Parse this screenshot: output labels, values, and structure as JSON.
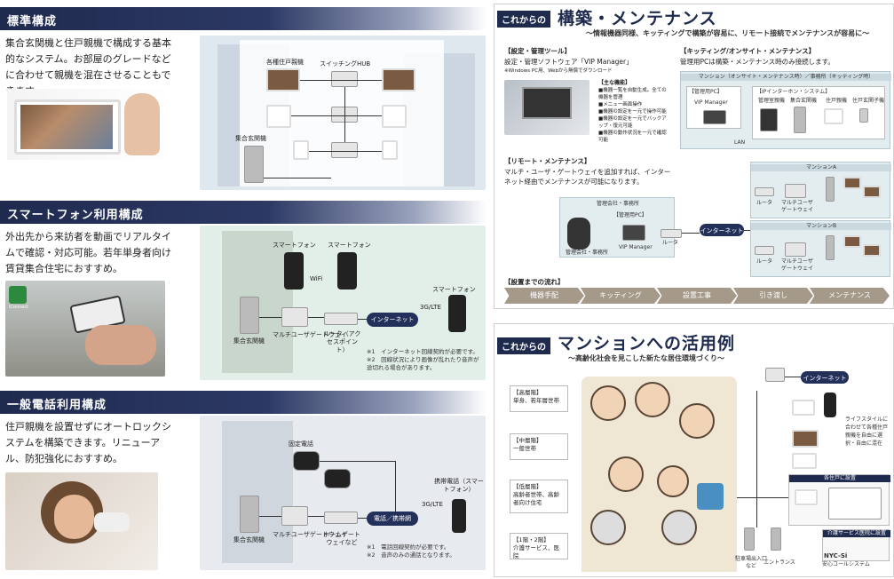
{
  "left": {
    "sections": [
      {
        "title": "標準構成",
        "desc": "集合玄関機と住戸親機で構成する基本的なシステム。お部屋のグレードなどに合わせて親機を混在させることもできます。",
        "labels": {
          "units": "各種住戸親機",
          "hub": "スイッチングHUB",
          "entrance": "集合玄関機"
        }
      },
      {
        "title": "スマートフォン利用構成",
        "desc": "外出先から来訪者を動画でリアルタイムで確認・対応可能。若年単身者向け賃貸集合住宅におすすめ。",
        "labels": {
          "phone1": "スマートフォン",
          "phone2": "スマートフォン",
          "wifi": "WiFi",
          "internet": "インターネット",
          "lte": "3G/LTE",
          "phone3": "スマートフォン",
          "entrance": "集合玄関機",
          "gateway": "マルチユーザゲートウェイ",
          "router": "ルータ（アクセスポイント）",
          "badge": "iConnect"
        },
        "notes": [
          "※1　インターネット回線契約が必要です。",
          "※2　回線状況により画像が乱れたり音声が途切れる場合があります。"
        ]
      },
      {
        "title": "一般電話利用構成",
        "desc": "住戸親機を設置せずにオートロックシステムを構築できます。リニューアル、防犯強化におすすめ。",
        "labels": {
          "fixed": "固定電話",
          "mobile": "携帯電話（スマートフォン）",
          "network": "電話／携帯網",
          "lte": "3G/LTE",
          "entrance": "集合玄関機",
          "gateway": "マルチユーザゲートウェイ",
          "home": "ホームゲートウェイなど"
        },
        "notes": [
          "※1　電話回線契約が必要です。",
          "※2　音声のみの通話となります。"
        ]
      }
    ]
  },
  "right_top": {
    "tag": "これからの",
    "title": "構築・メンテナンス",
    "subtitle": "〜情報機器同様、キッティングで構築が容易に、リモート接続でメンテナンスが容易に〜",
    "settings_head": "【設定・管理ツール】",
    "settings_text": "設定・管理ソフトウェア「VIP Manager」",
    "settings_small": "※Windows PC用、Webから無償でダウンロード",
    "features_head": "【主な機能】",
    "features": [
      "■機器一覧を自動生成。全ての機器を管理",
      "■メニュー画面操作",
      "■機器の設定を一元で操作可能",
      "■機器の設定を一元でバックアップ・復元可能",
      "■機器の動作状況を一元で確認可能"
    ],
    "kitting_head": "【キッティング/オンサイト・メンテナンス】",
    "kitting_text": "管理用PCは構築・メンテナンス時のみ接続します。",
    "mansion_bar": "マンション（オンサイト・メンテナンス時）／事務所（キッティング時）",
    "pc_label": "【管理用PC】",
    "vip": "VIP Manager",
    "ip_system": "【IPインターホン・システム】",
    "ip_items": [
      "管理室親機",
      "集合玄関機",
      "住戸親機",
      "住戸玄関子機"
    ],
    "lan": "LAN",
    "remote_head": "【リモート・メンテナンス】",
    "remote_text": "マルチ・ユーザ・ゲートウェイを追加すれば、インターネット経由でメンテナンスが可能になります。",
    "office": "管理会社・事務所",
    "pc2": "【管理用PC】",
    "vip2": "VIP Manager",
    "office_small": "管理会社・事務所",
    "router": "ルータ",
    "internet": "インターネット",
    "mansionA": "マンションA",
    "mansionB": "マンションB",
    "router_a": "ルータ",
    "gw_a": "マルチユーザゲートウェイ",
    "router_b": "ルータ",
    "gw_b": "マルチユーザゲートウェイ",
    "flow_head": "【設置までの流れ】",
    "flow": [
      "機器手配",
      "キッティング",
      "設置工事",
      "引き渡し",
      "メンテナンス"
    ]
  },
  "right_bottom": {
    "tag": "これからの",
    "title": "マンションへの活用例",
    "subtitle": "〜高齢化社会を見こした新たな居住環境づくり〜",
    "levels": [
      {
        "head": "【高層階】",
        "text": "単身、若年層世帯"
      },
      {
        "head": "【中層階】",
        "text": "一般世帯"
      },
      {
        "head": "【低層階】",
        "text": "高齢者世帯、高齢者向け住宅"
      },
      {
        "head": "【1階・2階】",
        "text": "介護サービス、医院"
      }
    ],
    "internet": "インターネット",
    "lifestyle": "ライフスタイルに合わせて各種住戸親機を自由に選択・自由に混在",
    "each": "各住戸に設置",
    "care": "介護サービス医院に設置",
    "nyc": "NYC-Si",
    "nyc_sub": "安心コールシステム",
    "parking": "駐車場出入口など",
    "entrance": "エントランス"
  }
}
